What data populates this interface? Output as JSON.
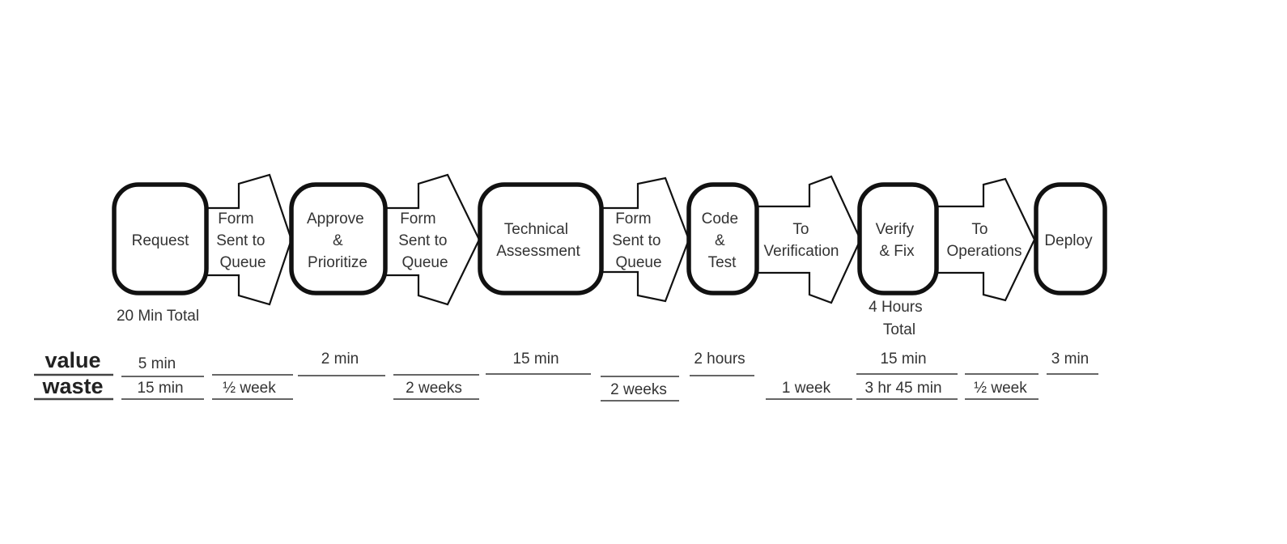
{
  "stages": [
    {
      "id": "request",
      "lines": [
        "Request"
      ]
    },
    {
      "id": "approve",
      "lines": [
        "Approve",
        "&",
        "Prioritize"
      ]
    },
    {
      "id": "technical",
      "lines": [
        "Technical",
        "Assessment"
      ]
    },
    {
      "id": "code",
      "lines": [
        "Code",
        "&",
        "Test"
      ]
    },
    {
      "id": "verify",
      "lines": [
        "Verify",
        "& Fix"
      ]
    },
    {
      "id": "deploy",
      "lines": [
        "Deploy"
      ]
    }
  ],
  "transfers": [
    {
      "id": "form-1",
      "lines": [
        "Form",
        "Sent to",
        "Queue"
      ]
    },
    {
      "id": "form-2",
      "lines": [
        "Form",
        "Sent to",
        "Queue"
      ]
    },
    {
      "id": "form-3",
      "lines": [
        "Form",
        "Sent to",
        "Queue"
      ]
    },
    {
      "id": "to-verification",
      "lines": [
        "To",
        "Verification"
      ]
    },
    {
      "id": "to-operations",
      "lines": [
        "To",
        "Operations"
      ]
    }
  ],
  "totals": {
    "request": "20 Min Total",
    "verify": [
      "4 Hours",
      "Total"
    ]
  },
  "timeline": {
    "value_label": "value",
    "waste_label": "waste",
    "value": {
      "request": "5 min",
      "approve": "2 min",
      "technical": "15 min",
      "code": "2 hours",
      "verify": "15 min",
      "deploy": "3 min"
    },
    "waste": {
      "request": "15 min",
      "form-1": "½ week",
      "form-2": "2 weeks",
      "form-3": "2 weeks",
      "to-verification": "1 week",
      "verify": "3 hr 45 min",
      "to-operations": "½ week"
    }
  }
}
